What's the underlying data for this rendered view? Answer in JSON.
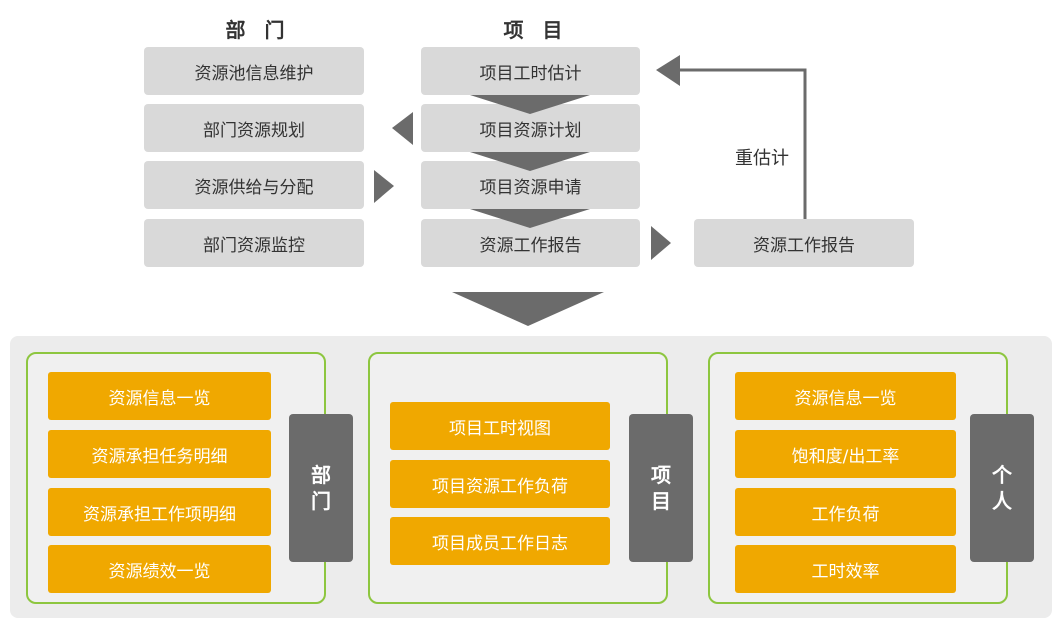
{
  "headers": {
    "department": "部 门",
    "project": "项 目"
  },
  "department_column": [
    "资源池信息维护",
    "部门资源规划",
    "资源供给与分配",
    "部门资源监控"
  ],
  "project_column": [
    "项目工时估计",
    "项目资源计划",
    "项目资源申请",
    "资源工作报告"
  ],
  "report_box": "资源工作报告",
  "re_estimate_label": "重估计",
  "bottom_panels": {
    "department": {
      "tab": "部门",
      "items": [
        "资源信息一览",
        "资源承担任务明细",
        "资源承担工作项明细",
        "资源绩效一览"
      ]
    },
    "project": {
      "tab": "项目",
      "items": [
        "项目工时视图",
        "项目资源工作负荷",
        "项目成员工作日志"
      ]
    },
    "personal": {
      "tab": "个人",
      "items": [
        "资源信息一览",
        "饱和度/出工率",
        "工作负荷",
        "工时效率"
      ]
    }
  },
  "colors": {
    "gray_box": "#d9d9d9",
    "orange_box": "#f0a800",
    "dark_tab": "#6b6b6b",
    "panel_border": "#8dc63f",
    "arrow": "#6b6b6b"
  }
}
